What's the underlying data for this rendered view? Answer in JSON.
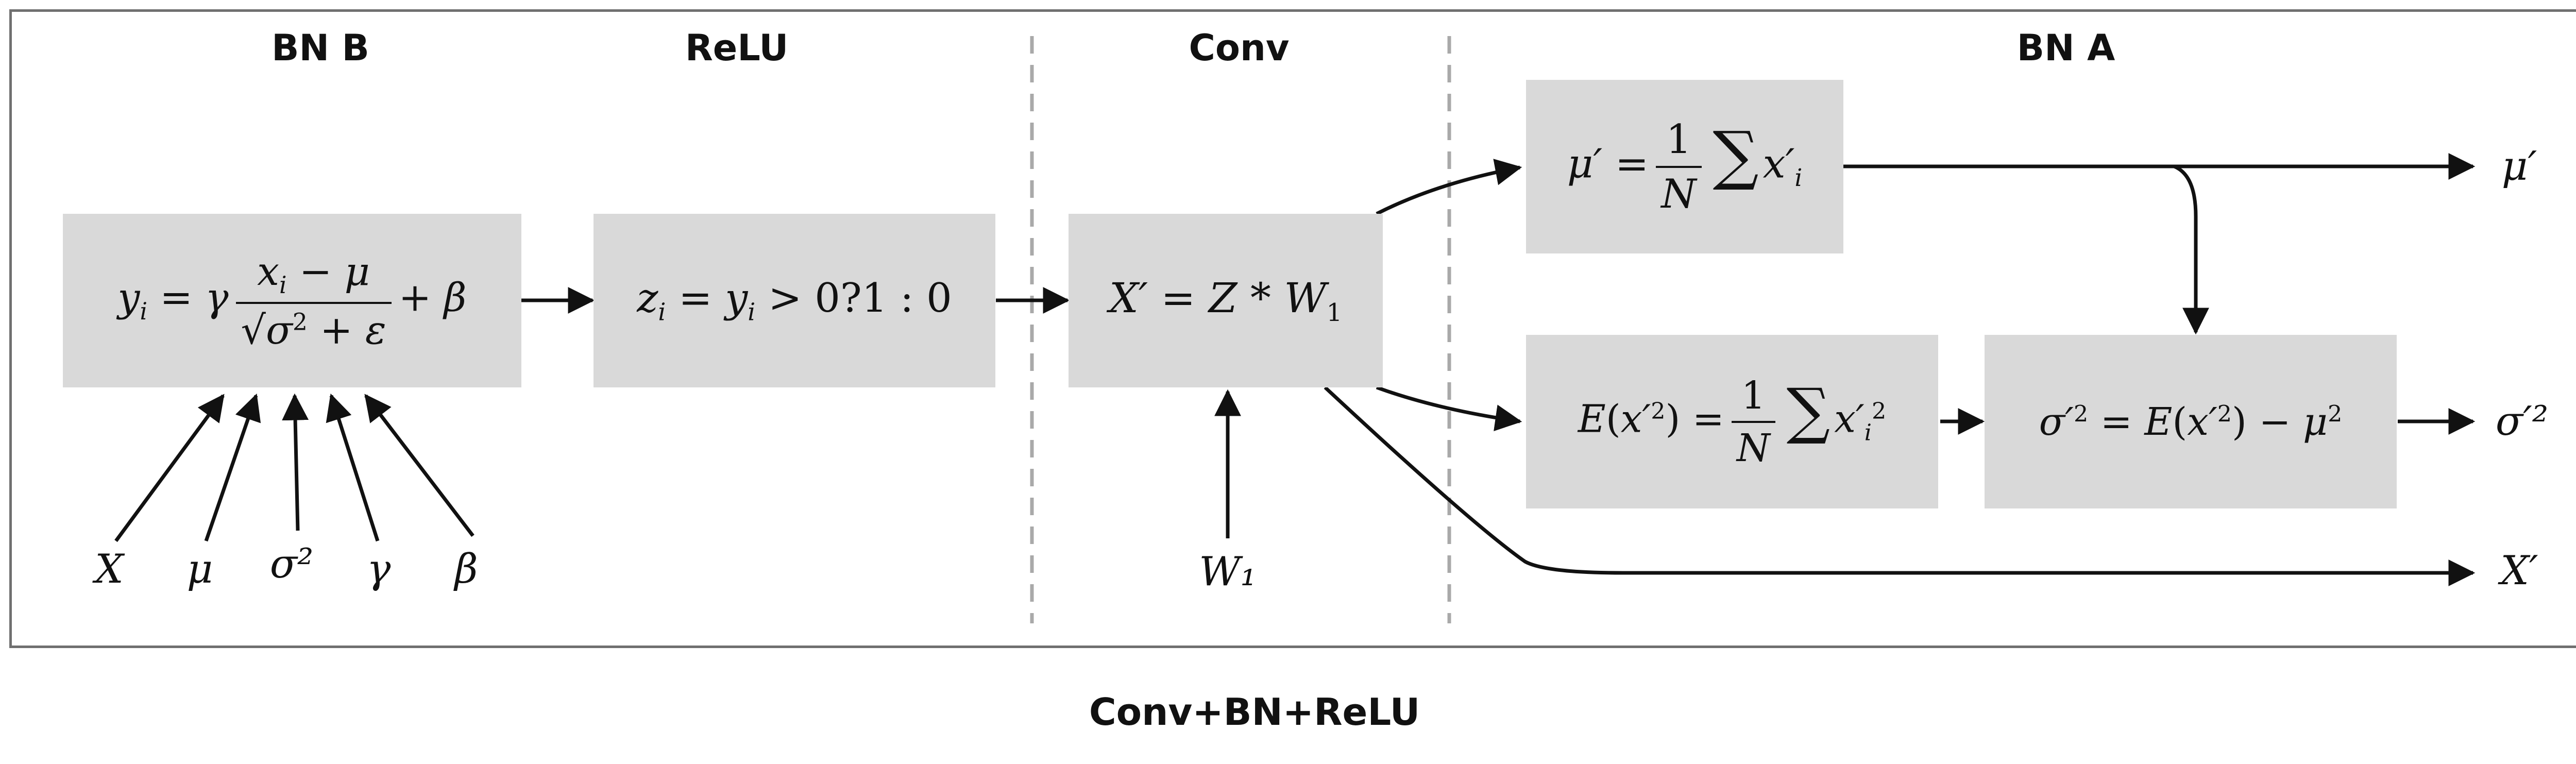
{
  "sections": {
    "bn_b": "BN B",
    "relu": "ReLU",
    "conv": "Conv",
    "bn_a": "BN A"
  },
  "caption": "Conv+BN+ReLU",
  "inputs": {
    "x": "X",
    "mu": "μ",
    "sigma_sq": "σ²",
    "gamma": "γ",
    "beta": "β",
    "w1": "W₁"
  },
  "outputs": {
    "mu_prime": "μ′",
    "sigma_prime_sq": "σ′²",
    "x_prime": "X′"
  },
  "colors": {
    "box_fill": "#d9d9d9",
    "frame_border": "#707070",
    "divider": "#a9a9a9",
    "ink": "#111111"
  }
}
